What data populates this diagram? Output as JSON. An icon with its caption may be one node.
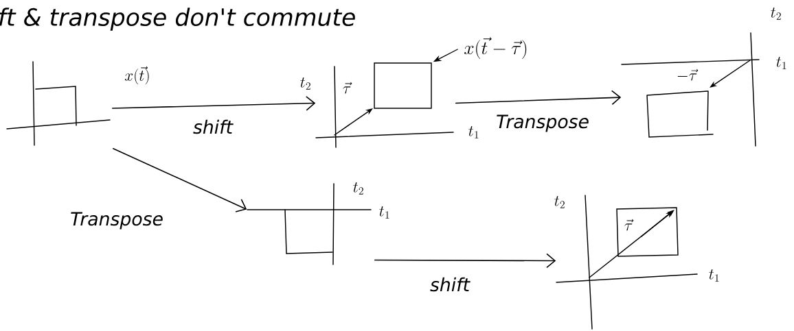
{
  "diagram": {
    "title": "ft & transpose don't commute",
    "nodes": [
      {
        "text": [],
        "shape": "picture"
      },
      {
        "text": [],
        "shape": "picture"
      },
      {
        "text": [],
        "shape": "box",
        "in": 1
      },
      {
        "text": [
          "x(\\vec{t}-\\vec{\\tau})"
        ]
      },
      {
        "text": [],
        "shape": "picture"
      },
      {
        "text": [],
        "shape": "picture"
      },
      {
        "text": [],
        "shape": "picture"
      }
    ],
    "edges": [
      {
        "from": 0,
        "to": 1,
        "arrow": "to",
        "label": "shift"
      },
      {
        "from": 1,
        "to": 4,
        "arrow": "to",
        "label": "Transpose"
      },
      {
        "from": 0,
        "to": 5,
        "arrow": "to",
        "label": "Transpose"
      },
      {
        "from": 5,
        "to": 6,
        "arrow": "to",
        "label": "shift"
      },
      {
        "from": 3,
        "to": 2,
        "arrow": "to"
      }
    ],
    "labels": [
      "x(\\vec{t})",
      "t_2",
      "\\vec{\\tau}",
      "t_1",
      "t_2",
      "t_1",
      "-\\vec{\\tau}",
      "t_2",
      "t_1",
      "t_2",
      "\\vec{\\tau}",
      "t_1"
    ]
  }
}
